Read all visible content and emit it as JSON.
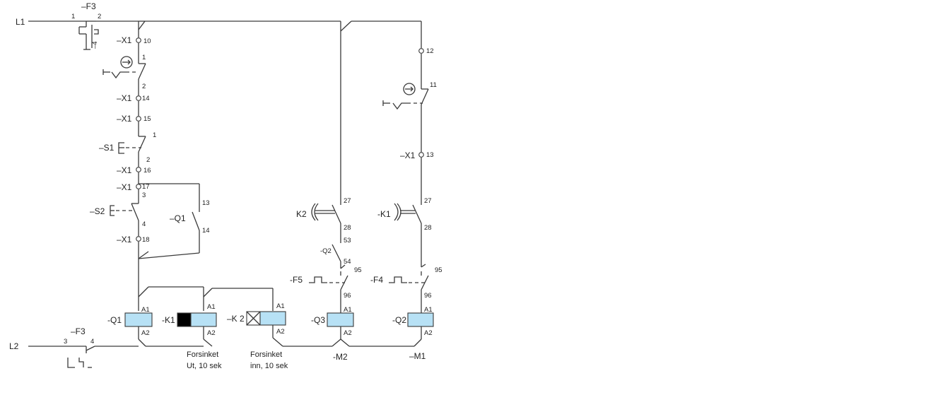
{
  "labels": {
    "L1": "L1",
    "L2": "L2",
    "F3_top": "–F3",
    "F3_bot": "–F3",
    "X1": "–X1",
    "S1": "–S1",
    "S2": "–S2",
    "Q1_contact": "–Q1",
    "K2_contact": "K2",
    "K1_contact": "-K1",
    "Q2_contact": "-Q2",
    "F5": "-F5",
    "F4": "-F4",
    "Q1_coil": "-Q1",
    "K1_coil": "-K1",
    "K2_coil": "–K 2",
    "Q3_coil": "-Q3",
    "Q2_coil": "-Q2",
    "M2": "-M2",
    "M1": "–M1"
  },
  "numbers": {
    "f3_1": "1",
    "f3_2": "2",
    "f3_3": "3",
    "f3_4": "4",
    "f3_rot": "–4",
    "x10": "10",
    "x14": "14",
    "x15": "15",
    "x16": "16",
    "x17": "17",
    "x18": "18",
    "x12": "12",
    "x13": "13",
    "c1a": "1",
    "c2a": "2",
    "c1b": "1",
    "c2b": "2",
    "c3": "3",
    "c4": "4",
    "q1_13": "13",
    "q1_14": "14",
    "c11": "11",
    "k2_27": "27",
    "k2_28": "28",
    "k1_27": "27",
    "k1_28": "28",
    "q2_53": "53",
    "q2_54": "54",
    "f5_95": "95",
    "f5_96": "96",
    "f4_95": "95",
    "f4_96": "96",
    "a1": "A1",
    "a2": "A2"
  },
  "captions": {
    "k1_line1": "Forsinket",
    "k1_line2": "Ut, 10 sek",
    "k2_line1": "Forsinket",
    "k2_line2": "inn, 10 sek"
  },
  "colors": {
    "wire": "#3a3a3a",
    "coil_fill": "#b7e1f5",
    "k1_block": "#000000"
  }
}
